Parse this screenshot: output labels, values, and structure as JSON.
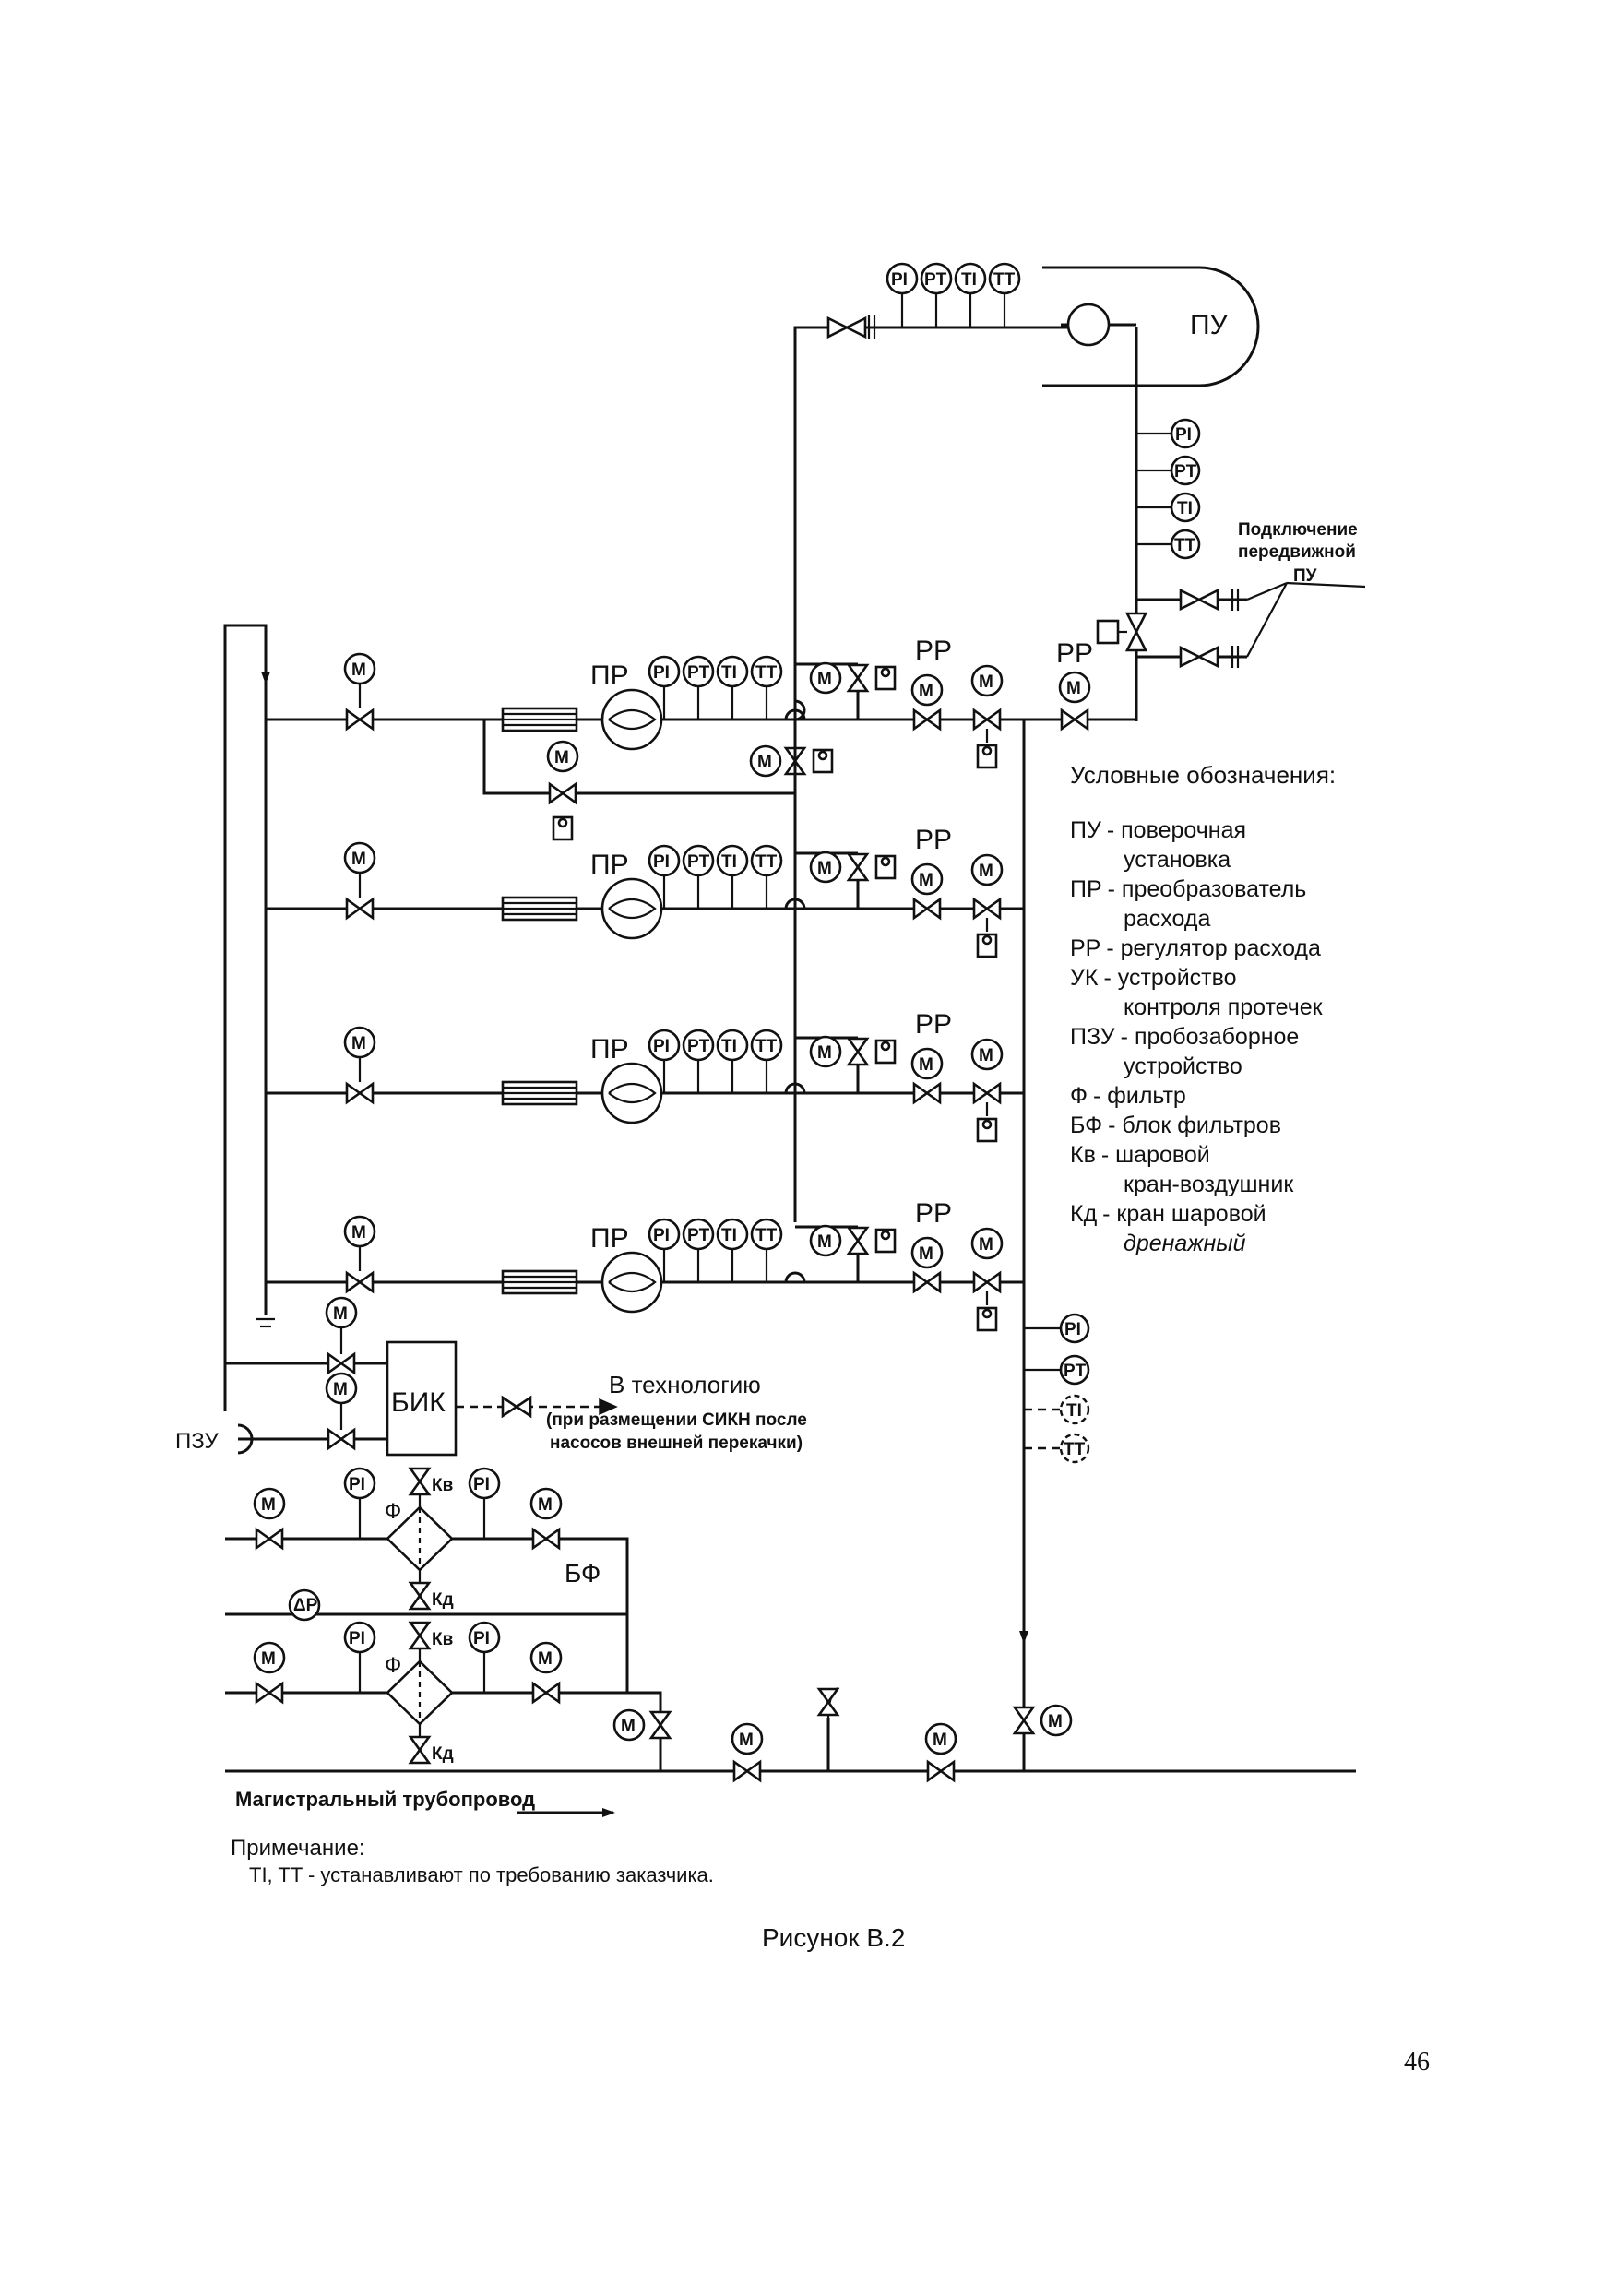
{
  "diagram": {
    "labels": {
      "pu": "ПУ",
      "pr": "ПР",
      "rr": "РР",
      "bik": "БИК",
      "pzu": "ПЗУ",
      "bf": "БФ",
      "f": "Ф",
      "kv": "Кв",
      "kd": "Кд",
      "m": "M",
      "pi": "PI",
      "pt": "PT",
      "ti": "TI",
      "tt": "TT",
      "dp": "ΔP"
    },
    "mobile_pu": [
      "Подключение",
      "передвижной",
      "ПУ"
    ],
    "to_process": "В технологию",
    "to_process_note": [
      "(при размещении СИКН после",
      "насосов внешней перекачки)"
    ],
    "main_pipeline": "Магистральный трубопровод"
  },
  "legend": {
    "title": "Условные обозначения:",
    "items": [
      {
        "abbr": "ПУ",
        "text": "- поверочная",
        "cont": "установка"
      },
      {
        "abbr": "ПР",
        "text": "- преобразователь",
        "cont": "расхода"
      },
      {
        "abbr": "РР",
        "text": "- регулятор расхода",
        "cont": ""
      },
      {
        "abbr": "УК",
        "text": "- устройство",
        "cont": "контроля протечек"
      },
      {
        "abbr": "ПЗУ",
        "text": "- пробозаборное",
        "cont": "устройство"
      },
      {
        "abbr": "Ф",
        "text": "- фильтр",
        "cont": ""
      },
      {
        "abbr": "БФ",
        "text": "- блок фильтров",
        "cont": ""
      },
      {
        "abbr": "Кв",
        "text": "- шаровой",
        "cont": "кран-воздушник"
      },
      {
        "abbr": "Кд",
        "text": "- кран шаровой",
        "cont": "дренажный"
      }
    ]
  },
  "note": {
    "title": "Примечание:",
    "text": "TI, TT - устанавливают по требованию заказчика."
  },
  "figure_caption": "Рисунок В.2",
  "page_number": "46"
}
